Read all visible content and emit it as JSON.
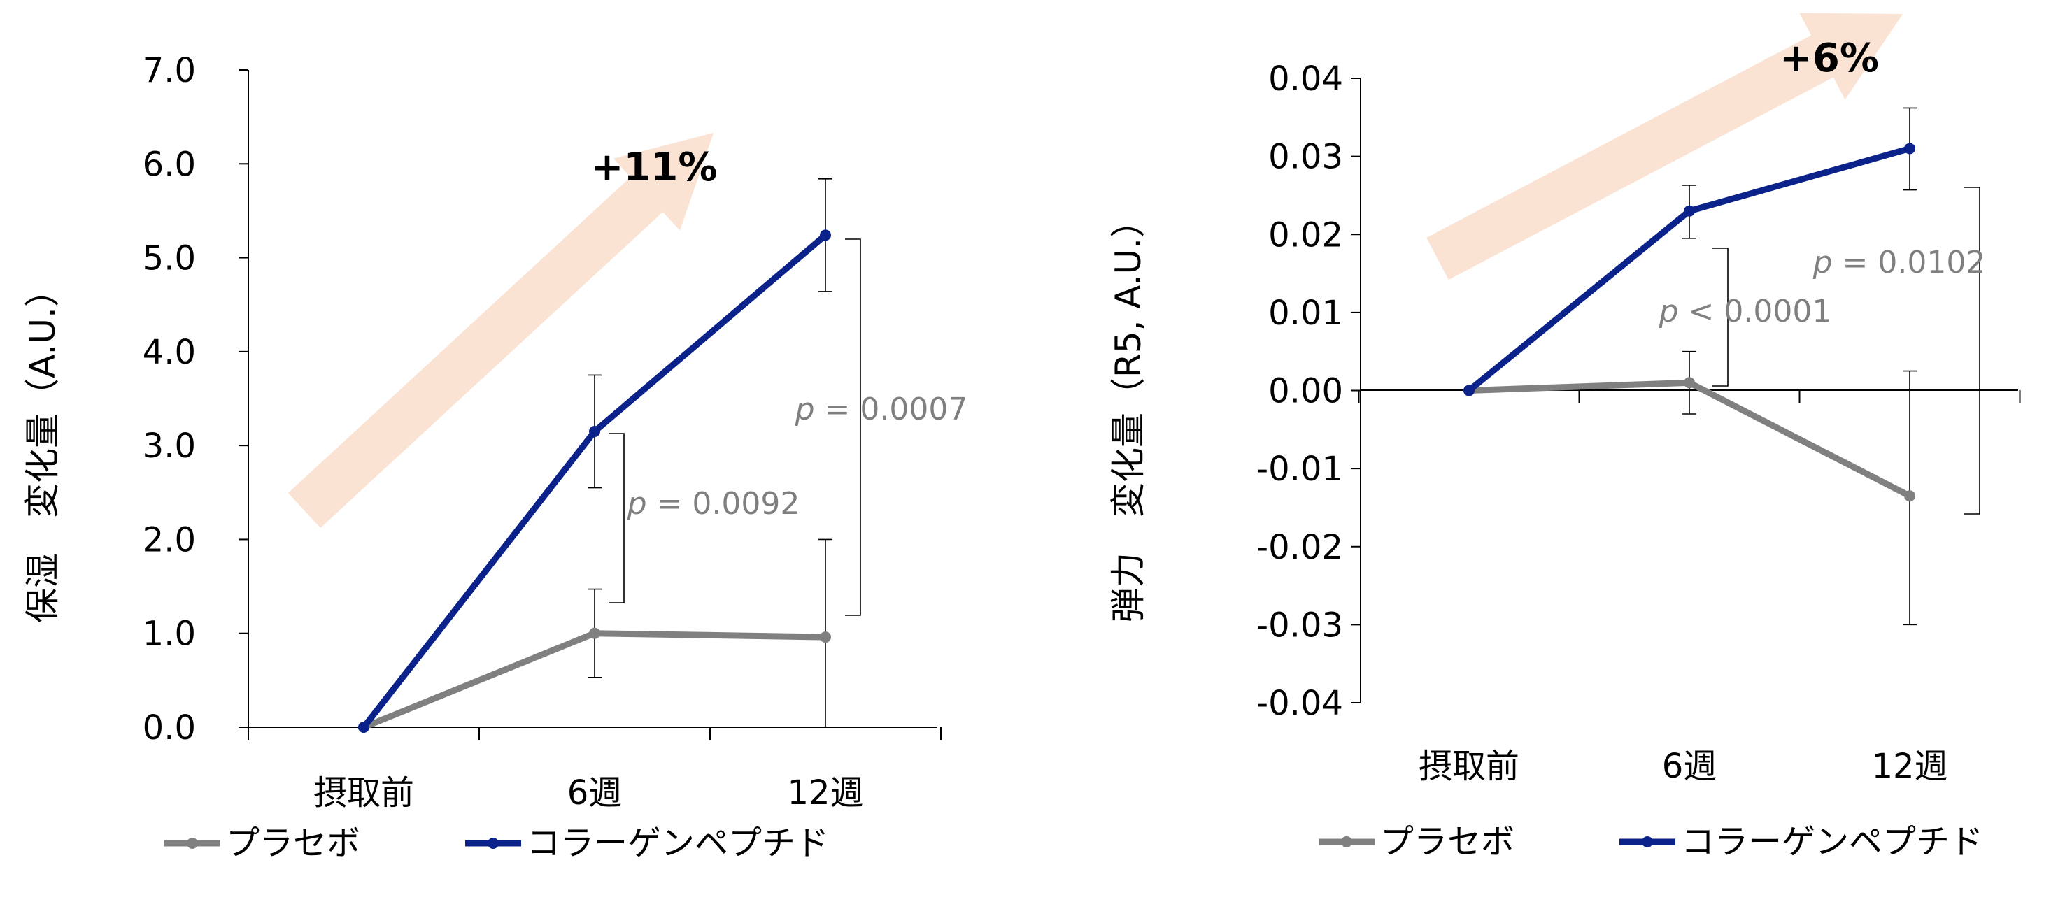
{
  "colors": {
    "placebo": "#808080",
    "collagen": "#0a228a",
    "arrow": "#fbe3d4",
    "axis": "#000000",
    "pvalue_text": "#7f7f7f"
  },
  "chart_data": [
    {
      "type": "line",
      "ylabel": "保湿　変化量（A.U.）",
      "xlabel": "",
      "categories": [
        "摂取前",
        "6週",
        "12週"
      ],
      "ylim": [
        0.0,
        7.0
      ],
      "yticks": [
        "0.0",
        "1.0",
        "2.0",
        "3.0",
        "4.0",
        "5.0",
        "6.0",
        "7.0"
      ],
      "series": [
        {
          "name": "プラセボ",
          "values": [
            0.0,
            1.0,
            0.96
          ],
          "err_low": [
            0,
            0.47,
            0.96
          ],
          "err_high": [
            0,
            0.47,
            1.04
          ]
        },
        {
          "name": "コラーゲンペプチド",
          "values": [
            0.0,
            3.15,
            5.24
          ],
          "err_low": [
            0,
            0.6,
            0.6
          ],
          "err_high": [
            0,
            0.6,
            0.6
          ]
        }
      ],
      "annotations": [
        {
          "category": "6週",
          "text_prefix": "p",
          "text_rest": " = 0.0092"
        },
        {
          "category": "12週",
          "text_prefix": "p",
          "text_rest": " = 0.0007"
        }
      ],
      "increase_label": "+11%",
      "legend": "bottom",
      "grid": false
    },
    {
      "type": "line",
      "ylabel": "弾力　変化量（R5, A.U.）",
      "xlabel": "",
      "categories": [
        "摂取前",
        "6週",
        "12週"
      ],
      "ylim": [
        -0.04,
        0.04
      ],
      "yticks": [
        "-0.04",
        "-0.03",
        "-0.02",
        "-0.01",
        "0.00",
        "0.01",
        "0.02",
        "0.03",
        "0.04"
      ],
      "series": [
        {
          "name": "プラセボ",
          "values": [
            0.0,
            0.001,
            -0.0135
          ],
          "err_low": [
            0,
            0.004,
            0.0165
          ],
          "err_high": [
            0,
            0.004,
            0.016
          ]
        },
        {
          "name": "コラーゲンペプチド",
          "values": [
            0.0,
            0.023,
            0.031
          ],
          "err_low": [
            0,
            0.0035,
            0.0053
          ],
          "err_high": [
            0,
            0.0033,
            0.0052
          ]
        }
      ],
      "annotations": [
        {
          "category": "6週",
          "text_prefix": "p",
          "text_rest": " < 0.0001"
        },
        {
          "category": "12週",
          "text_prefix": "p",
          "text_rest": " = 0.0102"
        }
      ],
      "increase_label": "+6%",
      "legend": "bottom",
      "grid": false
    }
  ]
}
